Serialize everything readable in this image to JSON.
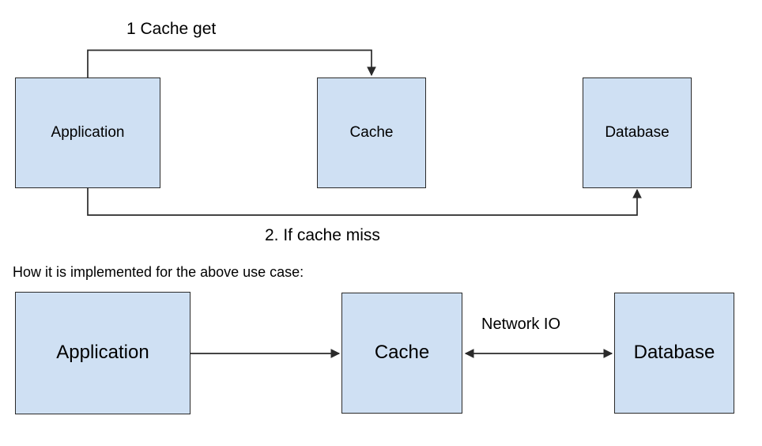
{
  "diagram": {
    "title_caption": "How it is implemented for the above use case:",
    "colors": {
      "node_fill": "#cfe0f3",
      "node_stroke": "#2a2a2a",
      "text": "#000000",
      "background": "#ffffff"
    },
    "top_flow": {
      "nodes": [
        {
          "id": "app",
          "label": "Application"
        },
        {
          "id": "cache",
          "label": "Cache"
        },
        {
          "id": "db",
          "label": "Database"
        }
      ],
      "edges": [
        {
          "id": "e1",
          "label": "1 Cache get",
          "from": "app",
          "to": "cache",
          "style": "orthogonal-top",
          "arrow": "end"
        },
        {
          "id": "e2",
          "label": "2. If cache miss",
          "from": "app",
          "to": "db",
          "style": "orthogonal-bottom",
          "arrow": "end"
        }
      ]
    },
    "bottom_flow": {
      "nodes": [
        {
          "id": "app2",
          "label": "Application"
        },
        {
          "id": "cache2",
          "label": "Cache"
        },
        {
          "id": "db2",
          "label": "Database"
        }
      ],
      "edges": [
        {
          "id": "e3",
          "label": "",
          "from": "app2",
          "to": "cache2",
          "style": "straight",
          "arrow": "end"
        },
        {
          "id": "e4",
          "label": "Network IO",
          "from": "cache2",
          "to": "db2",
          "style": "straight",
          "arrow": "both"
        }
      ]
    }
  }
}
